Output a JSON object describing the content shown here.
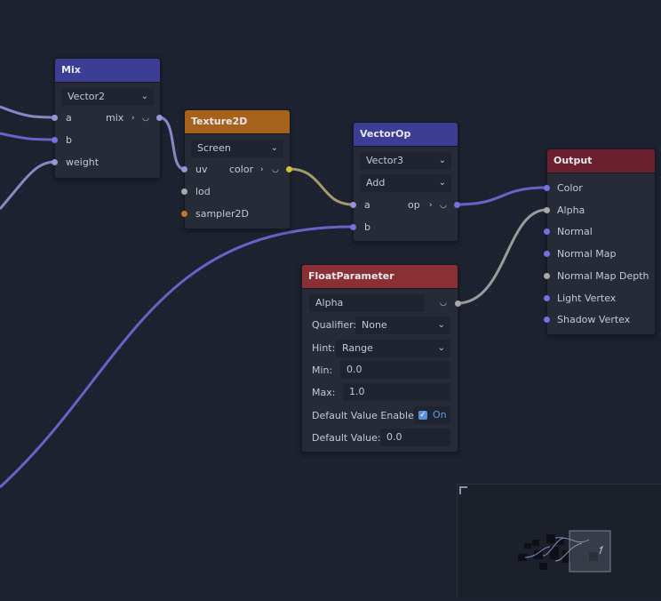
{
  "colors": {
    "mix_header": "#3b3e94",
    "texture_header": "#a6621a",
    "vectorop_header": "#3b3e94",
    "output_header": "#6b2030",
    "float_header": "#8a3034",
    "wire_purple": "#6a62c6",
    "wire_lavender": "#8c86c4",
    "wire_gray": "#9b9b9b",
    "wire_yellow": "#c7b93c"
  },
  "mix": {
    "title": "Mix",
    "type": "Vector2",
    "inputs": [
      "a",
      "b",
      "weight"
    ],
    "output": "mix"
  },
  "texture": {
    "title": "Texture2D",
    "mode": "Screen",
    "inputs": [
      "uv",
      "lod",
      "sampler2D"
    ],
    "output": "color"
  },
  "vectorop": {
    "title": "VectorOp",
    "type": "Vector3",
    "op": "Add",
    "inputs": [
      "a",
      "b"
    ],
    "output": "op"
  },
  "output": {
    "title": "Output",
    "inputs": [
      "Color",
      "Alpha",
      "Normal",
      "Normal Map",
      "Normal Map Depth",
      "Light Vertex",
      "Shadow Vertex"
    ]
  },
  "float": {
    "title": "FloatParameter",
    "name": "Alpha",
    "qualifier_label": "Qualifier:",
    "qualifier": "None",
    "hint_label": "Hint:",
    "hint": "Range",
    "min_label": "Min:",
    "min": "0.0",
    "max_label": "Max:",
    "max": "1.0",
    "default_enabled_label": "Default Value Enabled:",
    "default_enabled": "On",
    "default_value_label": "Default Value:",
    "default_value": "0.0"
  },
  "icons": {
    "chevron": "chevron-down-icon",
    "expand": "port-expand-icon",
    "check": "checkbox-check-icon"
  }
}
